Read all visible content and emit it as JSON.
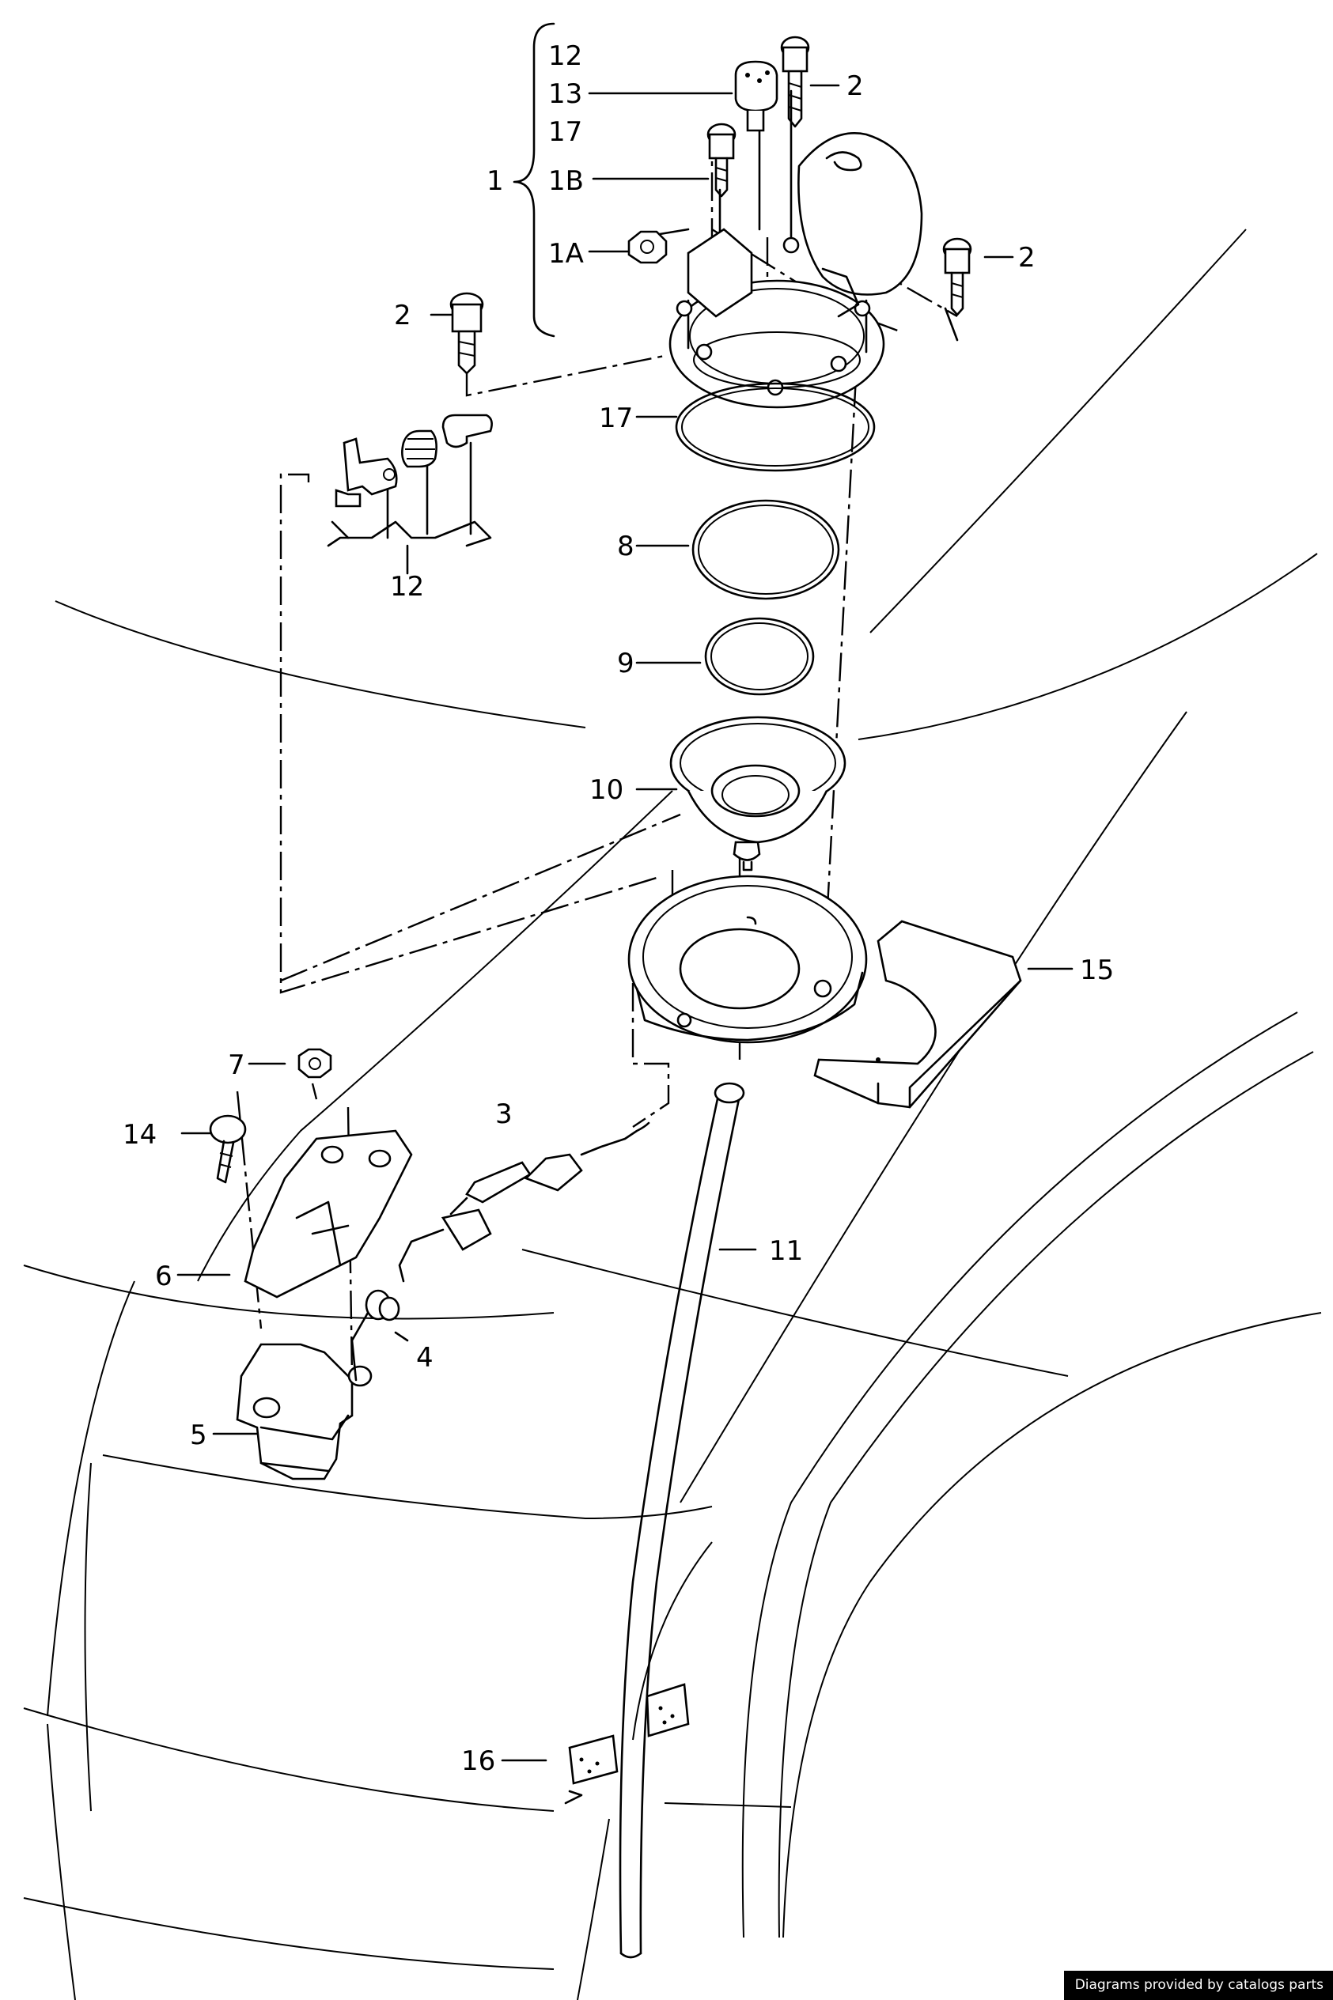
{
  "callouts": [
    {
      "id": "c12top",
      "text": "12"
    },
    {
      "id": "c13",
      "text": "13"
    },
    {
      "id": "c17top",
      "text": "17"
    },
    {
      "id": "c1",
      "text": "1"
    },
    {
      "id": "c1B",
      "text": "1B"
    },
    {
      "id": "c1A",
      "text": "1A"
    },
    {
      "id": "c2a",
      "text": "2"
    },
    {
      "id": "c2b",
      "text": "2"
    },
    {
      "id": "c2c",
      "text": "2"
    },
    {
      "id": "c17",
      "text": "17"
    },
    {
      "id": "c12bot",
      "text": "12"
    },
    {
      "id": "c8",
      "text": "8"
    },
    {
      "id": "c9",
      "text": "9"
    },
    {
      "id": "c10",
      "text": "10"
    },
    {
      "id": "c15",
      "text": "15"
    },
    {
      "id": "c7",
      "text": "7"
    },
    {
      "id": "c3",
      "text": "3"
    },
    {
      "id": "c14",
      "text": "14"
    },
    {
      "id": "c11",
      "text": "11"
    },
    {
      "id": "c6",
      "text": "6"
    },
    {
      "id": "c4",
      "text": "4"
    },
    {
      "id": "c5",
      "text": "5"
    },
    {
      "id": "c16",
      "text": "16"
    }
  ],
  "footer": {
    "credit": "Diagrams provided by catalogs parts"
  }
}
